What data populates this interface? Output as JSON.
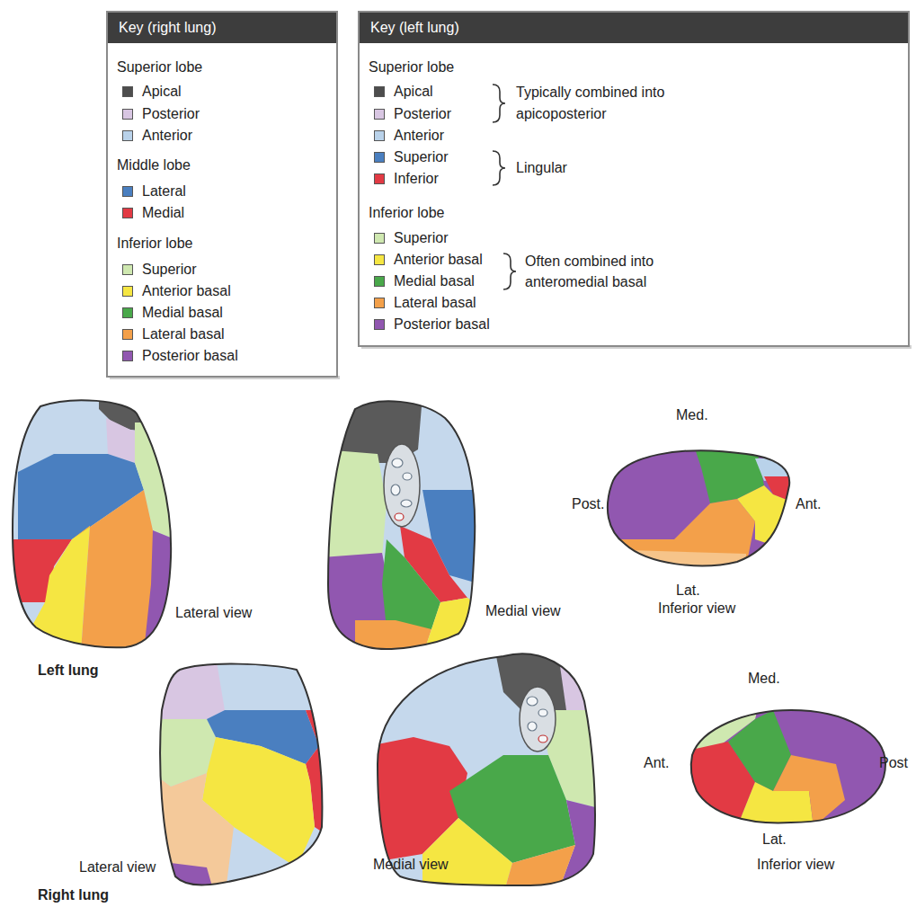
{
  "diagram": {
    "nodes": [
      {
        "text": [
          "Key (right lung)"
        ]
      },
      {
        "text": [
          "Key (left lung)"
        ]
      }
    ],
    "labels": [
      "Superior lobe",
      "Middle lobe",
      "Inferior lobe",
      "Superior lobe",
      "Typically combined into apicoposterior",
      "Lingular",
      "Inferior lobe",
      "Often combined into anteromedial basal",
      "Lateral view",
      "Medial view",
      "Med.",
      "Post.",
      "Ant.",
      "Lat.",
      "Inferior view",
      "Left lung",
      "Med.",
      "Ant.",
      "Post",
      "Lateral view",
      "Medial view",
      "Lat.",
      "Inferior view",
      "Right lung"
    ],
    "legend": [
      {
        "text": "Apical",
        "color": "#4d4d4d"
      },
      {
        "text": "Posterior",
        "color": "#d8c6e2"
      },
      {
        "text": "Anterior",
        "color": "#b9d2ea"
      },
      {
        "text": "Lateral",
        "color": "#4a7fc0"
      },
      {
        "text": "Medial",
        "color": "#e23a44"
      },
      {
        "text": "Superior",
        "color": "#cfe8b0"
      },
      {
        "text": "Anterior basal",
        "color": "#f5e642"
      },
      {
        "text": "Medial basal",
        "color": "#49a84a"
      },
      {
        "text": "Lateral basal",
        "color": "#f3a04a"
      },
      {
        "text": "Posterior basal",
        "color": "#9157b0"
      },
      {
        "text": "Apical",
        "color": "#4d4d4d"
      },
      {
        "text": "Posterior",
        "color": "#d8c6e2"
      },
      {
        "text": "Anterior",
        "color": "#b9d2ea"
      },
      {
        "text": "Superior",
        "color": "#4a7fc0"
      },
      {
        "text": "Inferior",
        "color": "#e23a44"
      },
      {
        "text": "Superior",
        "color": "#cfe8b0"
      },
      {
        "text": "Anterior basal",
        "color": "#f5e642"
      },
      {
        "text": "Medial basal",
        "color": "#49a84a"
      },
      {
        "text": "Lateral basal",
        "color": "#f3a04a"
      },
      {
        "text": "Posterior basal",
        "color": "#9157b0"
      }
    ]
  }
}
